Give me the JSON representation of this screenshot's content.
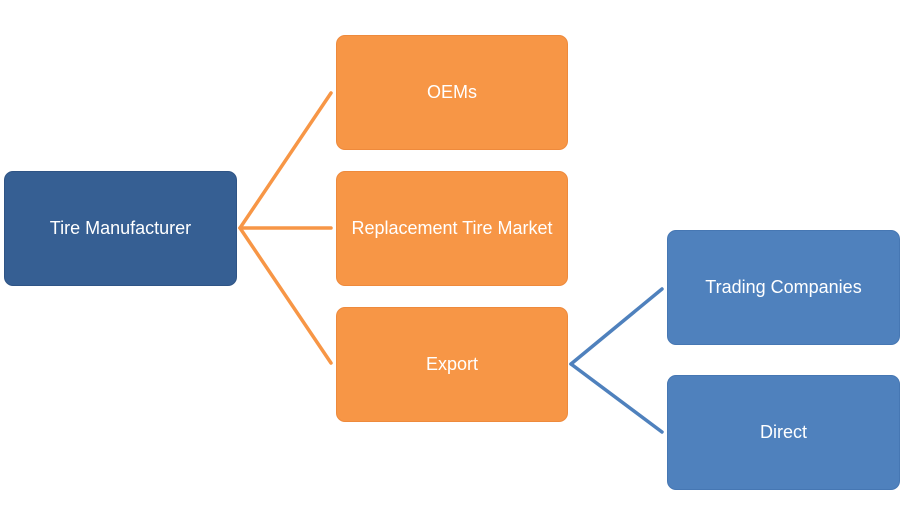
{
  "diagram": {
    "root": {
      "label": "Tire Manufacturer"
    },
    "channels": [
      {
        "label": "OEMs"
      },
      {
        "label": "Replacement Tire Market"
      },
      {
        "label": "Export"
      }
    ],
    "export_channels": [
      {
        "label": "Trading Companies"
      },
      {
        "label": "Direct"
      }
    ]
  },
  "colors": {
    "root_fill": "#365F93",
    "channel_fill": "#F79646",
    "export_channel_fill": "#4F81BD",
    "orange_connector": "#F79646",
    "blue_connector": "#4F81BD",
    "text": "#FFFFFF"
  }
}
